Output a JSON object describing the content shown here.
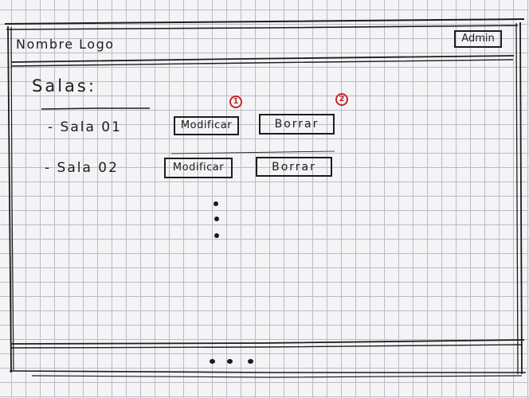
{
  "header": {
    "logo_text": "Nombre Logo",
    "admin_label": "Admin"
  },
  "main": {
    "title": "Salas:",
    "rooms": [
      {
        "name": "- Sala 01",
        "edit_label": "Modificar",
        "delete_label": "Borrar"
      },
      {
        "name": "- Sala 02",
        "edit_label": "Modificar",
        "delete_label": "Borrar"
      }
    ],
    "annotations": [
      "1",
      "2"
    ]
  },
  "colors": {
    "ink": "#1c1c1c",
    "annotation_red": "#c0282c",
    "grid": "#b9bcc6",
    "paper": "#f4f4f6"
  }
}
